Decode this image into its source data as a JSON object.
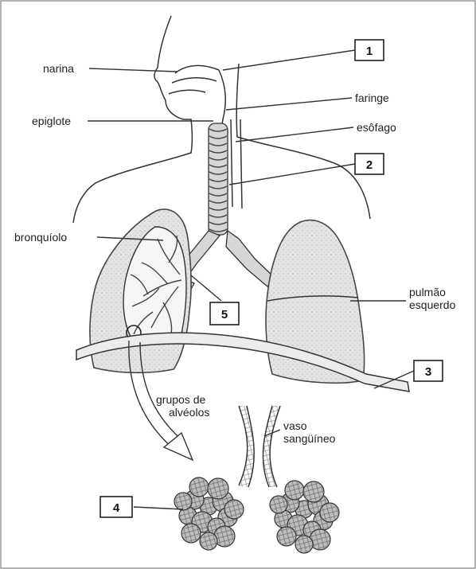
{
  "labels": {
    "narina": "narina",
    "faringe": "faringe",
    "epiglote": "epiglote",
    "esofago": "esôfago",
    "bronquiolo": "bronquíolo",
    "pulmao_line1": "pulmão",
    "pulmao_line2": "esquerdo",
    "grupos_line1": "grupos de",
    "grupos_line2": "alvéolos",
    "vaso_line1": "vaso",
    "vaso_line2": "sangüíneo"
  },
  "numbers": {
    "n1": "1",
    "n2": "2",
    "n3": "3",
    "n4": "4",
    "n5": "5"
  }
}
